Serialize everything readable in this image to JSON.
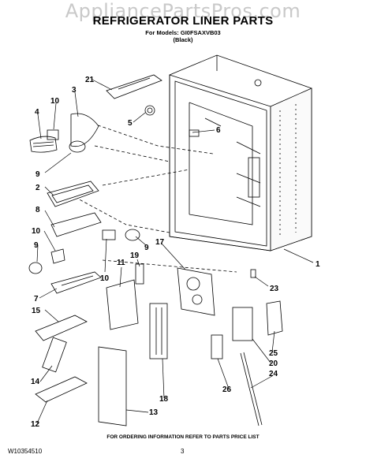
{
  "watermark": "AppliancePartsPros.com",
  "title": "REFRIGERATOR LINER PARTS",
  "subtitle": {
    "models": "For Models: GI0FSAXVB03",
    "color": "(Black)"
  },
  "callouts": [
    "21",
    "3",
    "10",
    "4",
    "5",
    "6",
    "9",
    "2",
    "8",
    "10",
    "9",
    "17",
    "10",
    "9",
    "11",
    "19",
    "1",
    "23",
    "7",
    "15",
    "25",
    "20",
    "14",
    "24",
    "26",
    "18",
    "13",
    "12"
  ],
  "footer": {
    "note": "FOR ORDERING INFORMATION REFER TO PARTS PRICE LIST",
    "doc_number": "W10354510",
    "page": "3"
  }
}
